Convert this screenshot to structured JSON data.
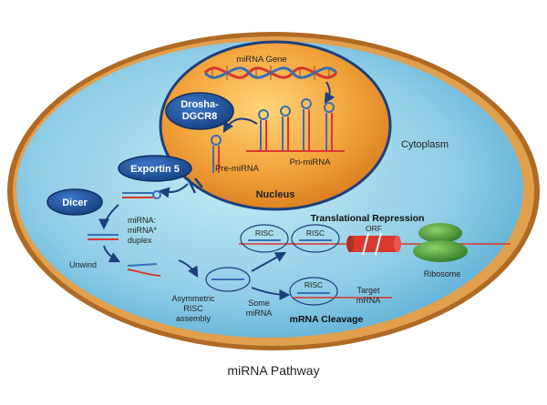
{
  "caption": "miRNA Pathway",
  "labels": {
    "mirna_gene": "miRNA Gene",
    "drosha_line1": "Drosha-",
    "drosha_line2": "DGCR8",
    "pre_mirna": "Pre-miRNA",
    "pri_mirna": "Pri-miRNA",
    "nucleus": "Nucleus",
    "cytoplasm": "Cytoplasm",
    "exportin": "Exportin 5",
    "dicer": "Dicer",
    "duplex_line1": "miRNA:",
    "duplex_line2": "miRNA*",
    "duplex_line3": "duplex",
    "unwind": "Unwind",
    "asym_line1": "Asymmetric",
    "asym_line2": "RISC",
    "asym_line3": "assembly",
    "some_line1": "Some",
    "some_line2": "miRNA",
    "translational_repression": "Translational Repression",
    "risc1": "RISC",
    "risc2": "RISC",
    "risc3": "RISC",
    "orf": "ORF",
    "ribosome": "Ribosome",
    "target_line1": "Target",
    "target_line2": "mRNA",
    "mrna_cleavage": "mRNA Cleavage"
  },
  "colors": {
    "cell_rim": "#c8792a",
    "cytoplasm": "#9fd6ea",
    "nucleus": "#f1a23a",
    "protein_blue": "#1f4f9a",
    "rna_red": "#d9382f",
    "rna_blue": "#3a6fb5",
    "ribosome_green": "#4f9e3a"
  }
}
